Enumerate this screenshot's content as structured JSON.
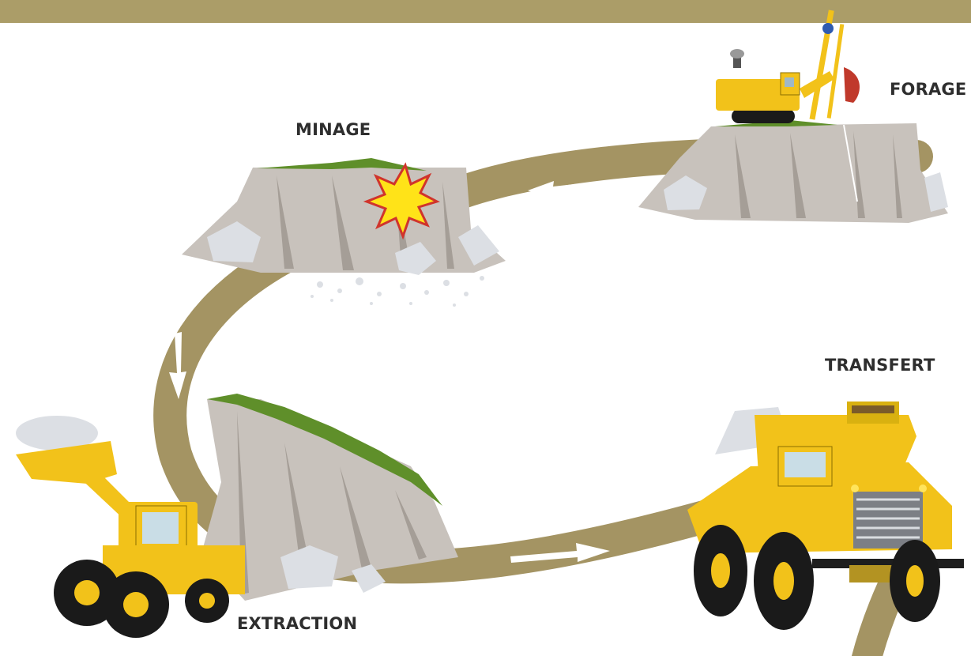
{
  "colors": {
    "banner": "#ab9d68",
    "road": "#a49463",
    "arrow": "#ffffff",
    "rock": "#c8c2bc",
    "rock_shadow": "#a59e97",
    "boulder": "#dcdfe4",
    "grass": "#5f8f2a",
    "machine_yellow": "#f2c21a",
    "machine_dark": "#1a1a1a",
    "explosion_fill": "#ffe318",
    "explosion_stroke": "#d0342c",
    "label": "#2e2e2e"
  },
  "stages": [
    {
      "id": "forage",
      "label": "FORAGE",
      "machine_icon": "drill-rig-icon"
    },
    {
      "id": "minage",
      "label": "MINAGE",
      "machine_icon": "explosion-icon"
    },
    {
      "id": "transfert",
      "label": "TRANSFERT",
      "machine_icon": "dump-truck-icon"
    },
    {
      "id": "extraction",
      "label": "EXTRACTION",
      "machine_icon": "wheel-loader-icon"
    }
  ],
  "flow_arrows": [
    {
      "from": "forage",
      "to": "minage",
      "icon": "arrow-left-icon"
    },
    {
      "from": "minage",
      "to": "extraction",
      "icon": "arrow-down-icon"
    },
    {
      "from": "extraction",
      "to": "transfert",
      "icon": "arrow-right-icon"
    }
  ]
}
